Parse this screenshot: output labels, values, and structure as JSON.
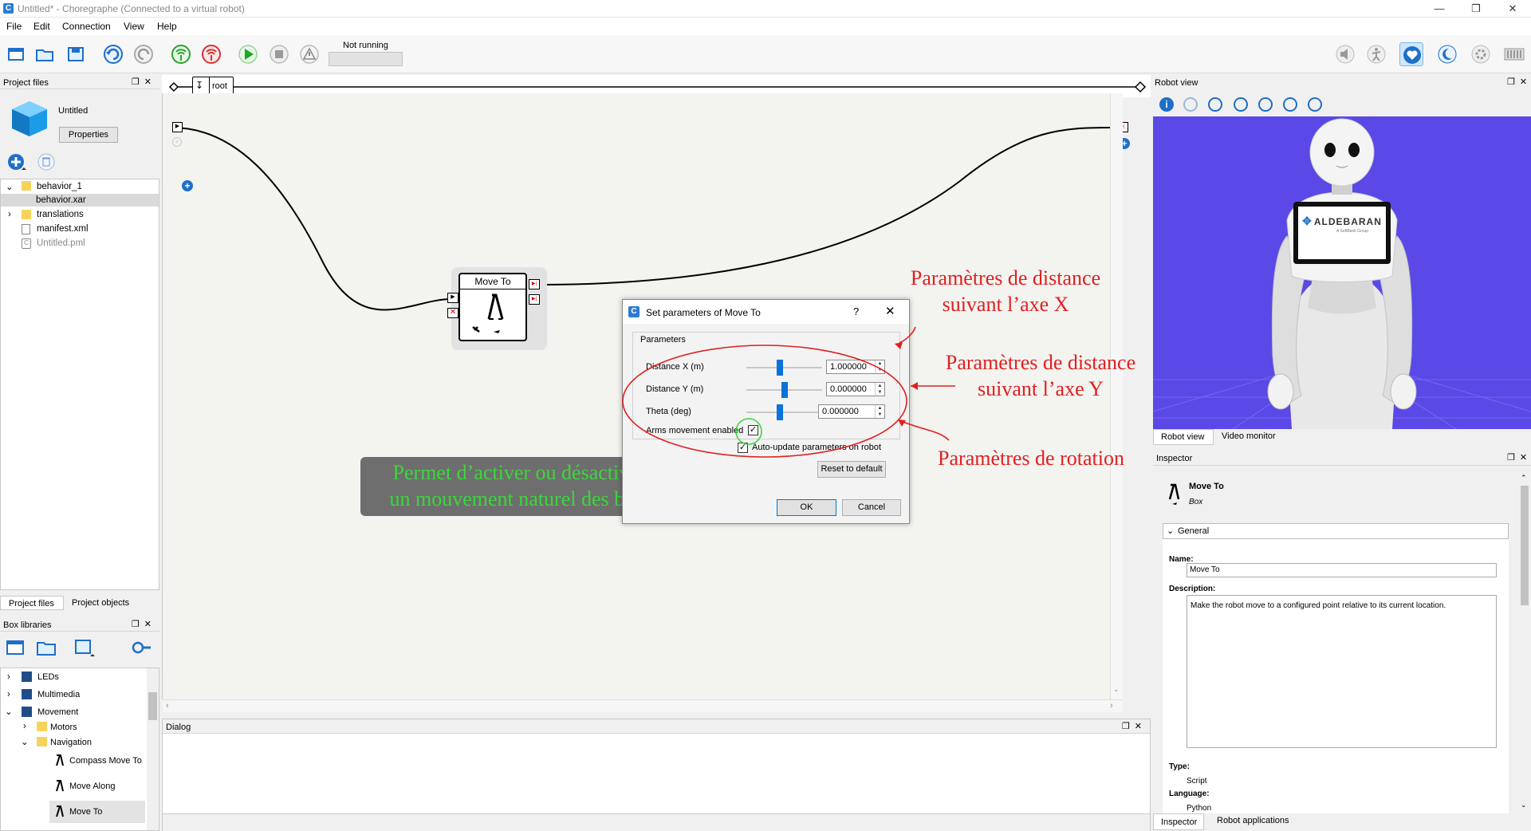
{
  "window": {
    "title": "Untitled* - Choregraphe (Connected to a virtual robot)",
    "app_letter": "C"
  },
  "menu": {
    "items": [
      "File",
      "Edit",
      "Connection",
      "View",
      "Help"
    ]
  },
  "toolbar": {
    "status": "Not running"
  },
  "project_files": {
    "title": "Project files",
    "project_name": "Untitled",
    "properties_label": "Properties",
    "tree": [
      "behavior_1",
      "behavior.xar",
      "translations",
      "manifest.xml",
      "Untitled.pml"
    ],
    "tabs": [
      "Project files",
      "Project objects"
    ]
  },
  "box_libraries": {
    "title": "Box libraries",
    "tree": [
      "LEDs",
      "Multimedia",
      "Movement",
      "Motors",
      "Navigation",
      "Compass Move To",
      "Move Along",
      "Move To"
    ]
  },
  "flow": {
    "root_label": "root",
    "box_title": "Move To"
  },
  "dialog_panel": {
    "title": "Dialog"
  },
  "set_params": {
    "title": "Set parameters of Move To",
    "help": "?",
    "group": "Parameters",
    "params": [
      {
        "label": "Distance X (m)",
        "value": "1.000000",
        "level": 0.45
      },
      {
        "label": "Distance Y (m)",
        "value": "0.000000",
        "level": 0.5
      },
      {
        "label": "Theta (deg)",
        "value": "0.000000",
        "level": 0.5
      }
    ],
    "arms_label": "Arms movement enabled",
    "auto_update_label": "Auto-update parameters on robot",
    "reset_label": "Reset to default",
    "ok_label": "OK",
    "cancel_label": "Cancel"
  },
  "annotations": {
    "x_line1": "Paramètres de distance",
    "x_line2": "suivant l’axe X",
    "y_line1": "Paramètres de distance",
    "y_line2": "suivant l’axe Y",
    "rot": "Paramètres de rotation",
    "arms_line1": "Permet d’activer ou désactiver",
    "arms_line2": "un mouvement naturel des bras",
    "red_color": "#e02020",
    "green_color": "#3cd63c"
  },
  "robot_view": {
    "title": "Robot view",
    "tablet_brand": "ALDEBARAN",
    "tablet_sub": "A SoftBank Group",
    "tabs": [
      "Robot view",
      "Video monitor"
    ],
    "background": "#5a49e6"
  },
  "inspector": {
    "title": "Inspector",
    "box_name": "Move To",
    "box_kind": "Box",
    "section": "General",
    "name_label": "Name:",
    "name_value": "Move To",
    "description_label": "Description:",
    "description_value": "Make the robot move to a configured point relative to its current location.",
    "type_label": "Type:",
    "type_value": "Script",
    "language_label": "Language:",
    "language_value": "Python",
    "tabs": [
      "Inspector",
      "Robot applications"
    ]
  }
}
